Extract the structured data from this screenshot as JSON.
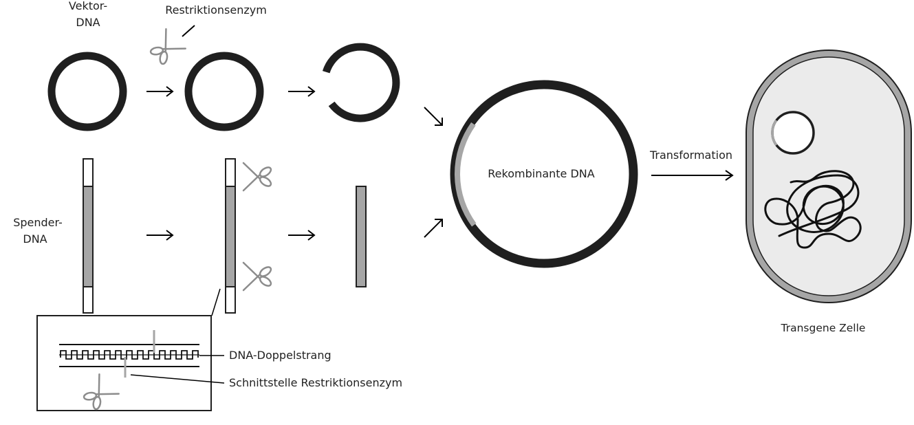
{
  "labels": {
    "vector_dna_line1": "Vektor-",
    "vector_dna_line2": "DNA",
    "restriction_enzyme": "Restriktionsenzym",
    "donor_dna_line1": "Spender-",
    "donor_dna_line2": "DNA",
    "recombinant_dna": "Rekombinante DNA",
    "transformation": "Transformation",
    "transgenic_cell": "Transgene Zelle",
    "dna_double_strand": "DNA-Doppelstrang",
    "cut_site": "Schnittstelle Restriktionsenzym"
  },
  "colors": {
    "dna_black": "#1f1f1f",
    "insert_gray": "#a6a6a6",
    "cell_fill": "#ebebeb",
    "scissors_gray": "#8c8c8c"
  }
}
